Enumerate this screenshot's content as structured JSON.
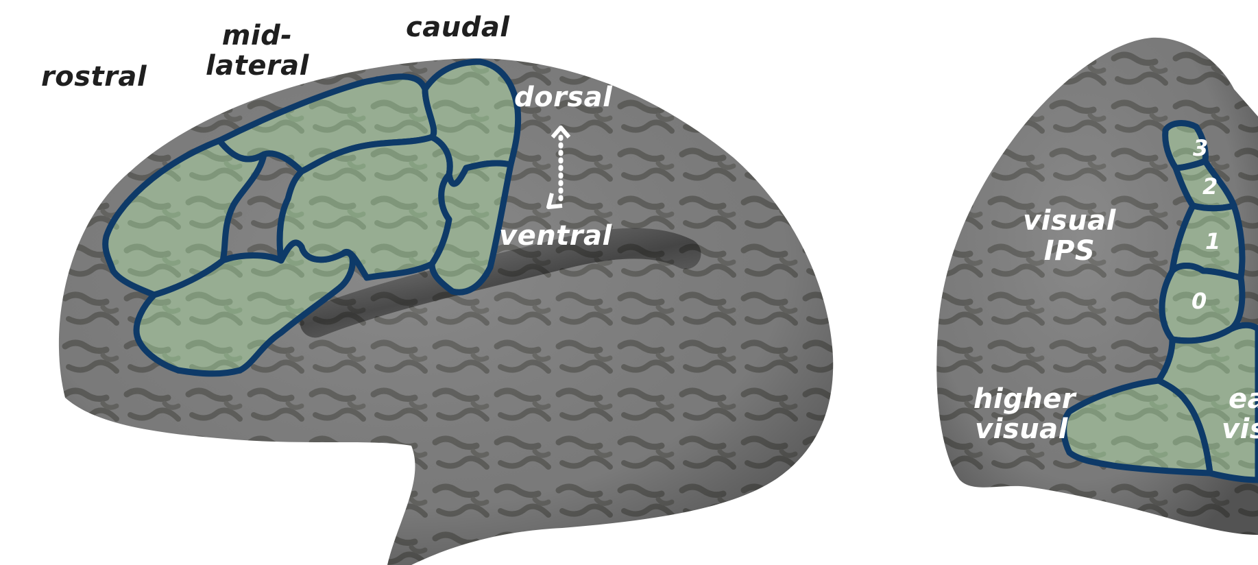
{
  "labels": {
    "rostral": "rostral",
    "mid_line1": "mid-",
    "mid_line2": "lateral",
    "caudal": "caudal",
    "dorsal": "dorsal",
    "ventral": "ventral",
    "visual_ips_line1": "visual",
    "visual_ips_line2": "IPS",
    "higher_visual_line1": "higher",
    "higher_visual_line2": "visual",
    "early_visual_line1": "early",
    "early_visual_line2": "visual"
  },
  "ips_numbers": [
    "3",
    "2",
    "1",
    "0"
  ],
  "colors": {
    "cortex_base": "#7b7b78",
    "cortex_dark": "#5d5d5a",
    "roi_fill": "#8fa68a",
    "roi_outline": "#0e3a68",
    "arrow": "#ffffff"
  }
}
